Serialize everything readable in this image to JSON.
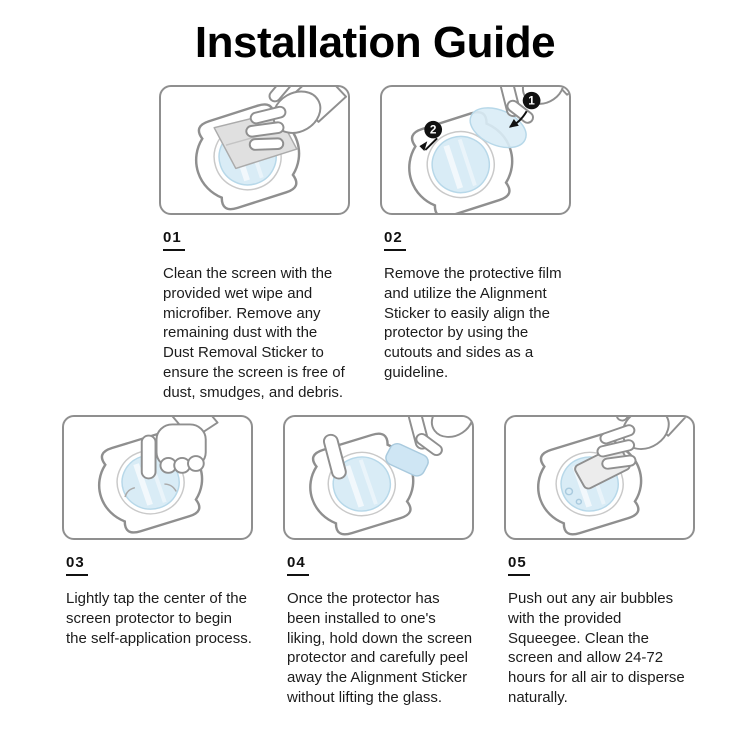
{
  "title": "Installation Guide",
  "steps": [
    {
      "number": "01",
      "illustration": "wipe-screen-illustration",
      "description": "Clean the screen with the provided wet wipe and microfiber. Remove any remaining dust with the Dust Removal Sticker to ensure the screen is free of dust, smudges, and debris."
    },
    {
      "number": "02",
      "illustration": "peel-film-align-illustration",
      "badges": [
        "1",
        "2"
      ],
      "description": "Remove the protective film and utilize the Alignment Sticker to easily align the protector by using the cutouts and sides as a guideline."
    },
    {
      "number": "03",
      "illustration": "tap-center-illustration",
      "description": "Lightly tap the center of the screen protector to begin the self-application process."
    },
    {
      "number": "04",
      "illustration": "peel-alignment-sticker-illustration",
      "description": "Once the protector has been installed to one's liking, hold down the screen protector and carefully peel away the Alignment Sticker without lifting the glass."
    },
    {
      "number": "05",
      "illustration": "squeegee-bubbles-illustration",
      "description": "Push out any air bubbles with the provided Squeegee. Clean the screen and allow 24-72 hours for all air to disperse naturally."
    }
  ],
  "colors": {
    "film_blue": "#d9ecf6",
    "outline_gray": "#8f8f8f",
    "text": "#1a1a1a",
    "badge_black": "#111111"
  }
}
